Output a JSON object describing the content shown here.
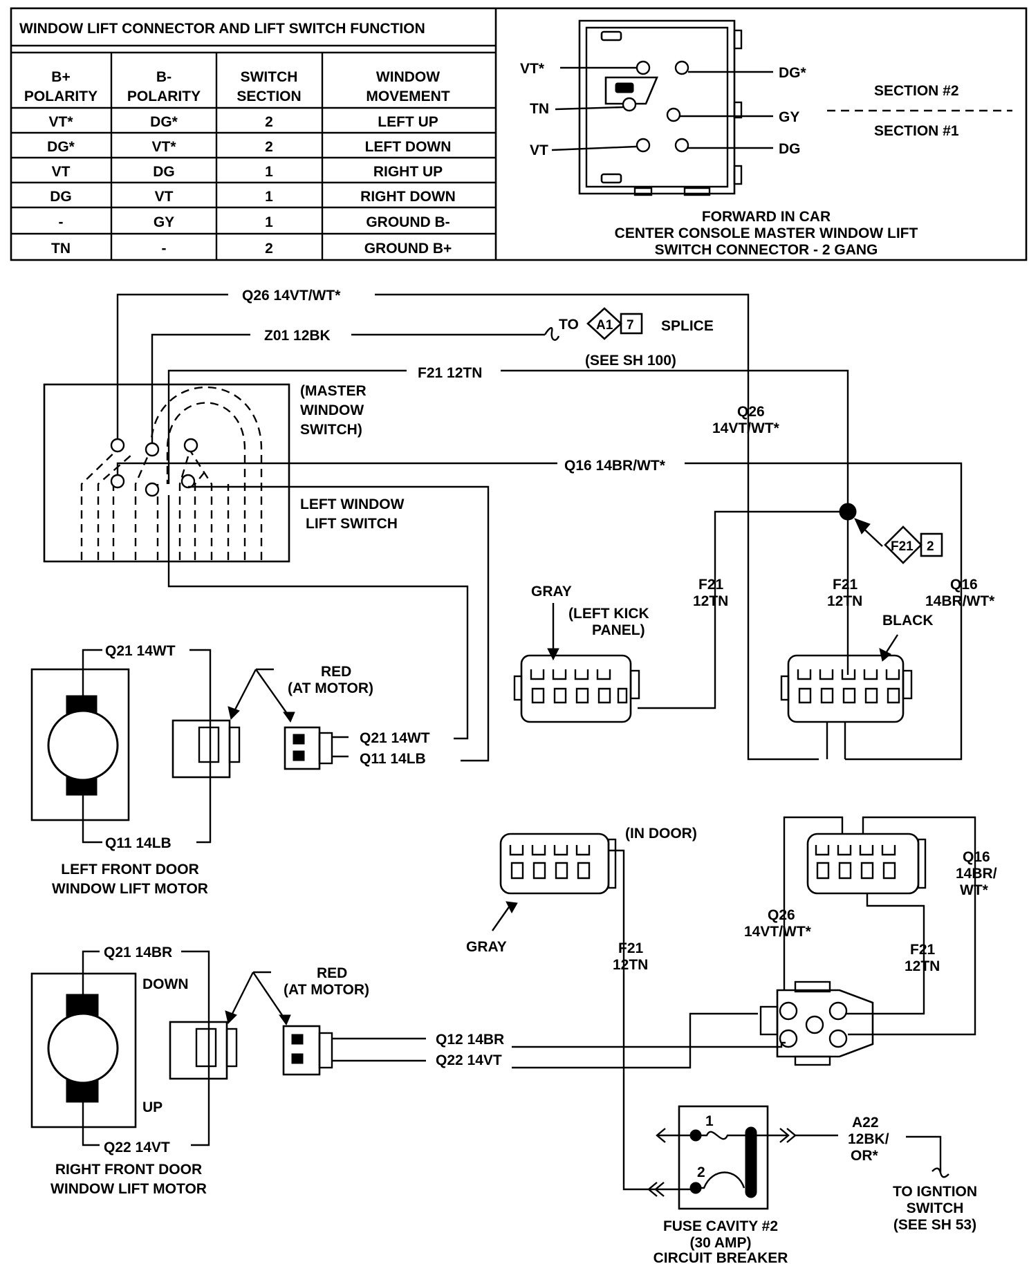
{
  "table": {
    "title": "WINDOW LIFT CONNECTOR AND LIFT SWITCH FUNCTION",
    "headers": [
      [
        "B+",
        "POLARITY"
      ],
      [
        "B-",
        "POLARITY"
      ],
      [
        "SWITCH",
        "SECTION"
      ],
      [
        "WINDOW",
        "MOVEMENT"
      ]
    ],
    "rows": [
      [
        "VT*",
        "DG*",
        "2",
        "LEFT UP"
      ],
      [
        "DG*",
        "VT*",
        "2",
        "LEFT DOWN"
      ],
      [
        "VT",
        "DG",
        "1",
        "RIGHT UP"
      ],
      [
        "DG",
        "VT",
        "1",
        "RIGHT DOWN"
      ],
      [
        "-",
        "GY",
        "1",
        "GROUND B-"
      ],
      [
        "TN",
        "-",
        "2",
        "GROUND B+"
      ]
    ]
  },
  "connector_view": {
    "left_pins": [
      "VT*",
      "TN",
      "VT"
    ],
    "right_pins": [
      "DG*",
      "GY",
      "DG"
    ],
    "section_2": "SECTION #2",
    "section_1": "SECTION #1",
    "caption": [
      "FORWARD IN CAR",
      "CENTER CONSOLE MASTER WINDOW LIFT",
      "SWITCH CONNECTOR - 2 GANG"
    ]
  },
  "wires": {
    "q26_top": "Q26 14VT/WT*",
    "z01": "Z01 12BK",
    "to": "TO",
    "splice_id": "A1",
    "splice_num": "7",
    "splice": "SPLICE",
    "see_sh100": "(SEE SH 100)",
    "f21_top": "F21 12TN",
    "q26_vert": [
      "Q26",
      "14VT/WT*"
    ],
    "q16_mid": "Q16 14BR/WT*",
    "f21_node_id": "F21",
    "f21_node_num": "2",
    "f21_a": [
      "F21",
      "12TN"
    ],
    "f21_b": [
      "F21",
      "12TN"
    ],
    "q16_right": [
      "Q16",
      "14BR/WT*"
    ],
    "q21_lb": "Q21 14WT",
    "q11_lb": "Q11 14LB",
    "q21_left_conn": "Q21 14WT",
    "q11_left_conn": "Q11 14LB",
    "q21_right": "Q21 14BR",
    "q22_right": "Q22 14VT",
    "q12_conn": "Q12 14BR",
    "q22_conn": "Q22 14VT",
    "f21_door": [
      "F21",
      "12TN"
    ],
    "q26_door": [
      "Q26",
      "14VT/WT*"
    ],
    "f21_door_r": [
      "F21",
      "12TN"
    ],
    "q16_door": [
      "Q16",
      "14BR/",
      "WT*"
    ],
    "a22": [
      "A22",
      "12BK/",
      "OR*"
    ]
  },
  "labels": {
    "master_switch": [
      "(MASTER",
      "WINDOW",
      "SWITCH)"
    ],
    "left_lift_switch": [
      "LEFT WINDOW",
      "LIFT SWITCH"
    ],
    "gray_kick": "GRAY",
    "left_kick": [
      "(LEFT KICK",
      "PANEL)"
    ],
    "black": "BLACK",
    "red_motor_1": [
      "RED",
      "(AT MOTOR)"
    ],
    "red_motor_2": [
      "RED",
      "(AT MOTOR)"
    ],
    "left_motor": [
      "LEFT FRONT DOOR",
      "WINDOW LIFT MOTOR"
    ],
    "right_motor": [
      "RIGHT FRONT DOOR",
      "WINDOW LIFT MOTOR"
    ],
    "down": "DOWN",
    "up": "UP",
    "in_door": "(IN DOOR)",
    "gray_door": "GRAY",
    "pin1": "1",
    "pin2": "2",
    "fuse": [
      "FUSE CAVITY #2",
      "(30 AMP)",
      "CIRCUIT BREAKER"
    ],
    "ignition": [
      "TO IGNTION",
      "SWITCH",
      "(SEE SH 53)"
    ]
  }
}
